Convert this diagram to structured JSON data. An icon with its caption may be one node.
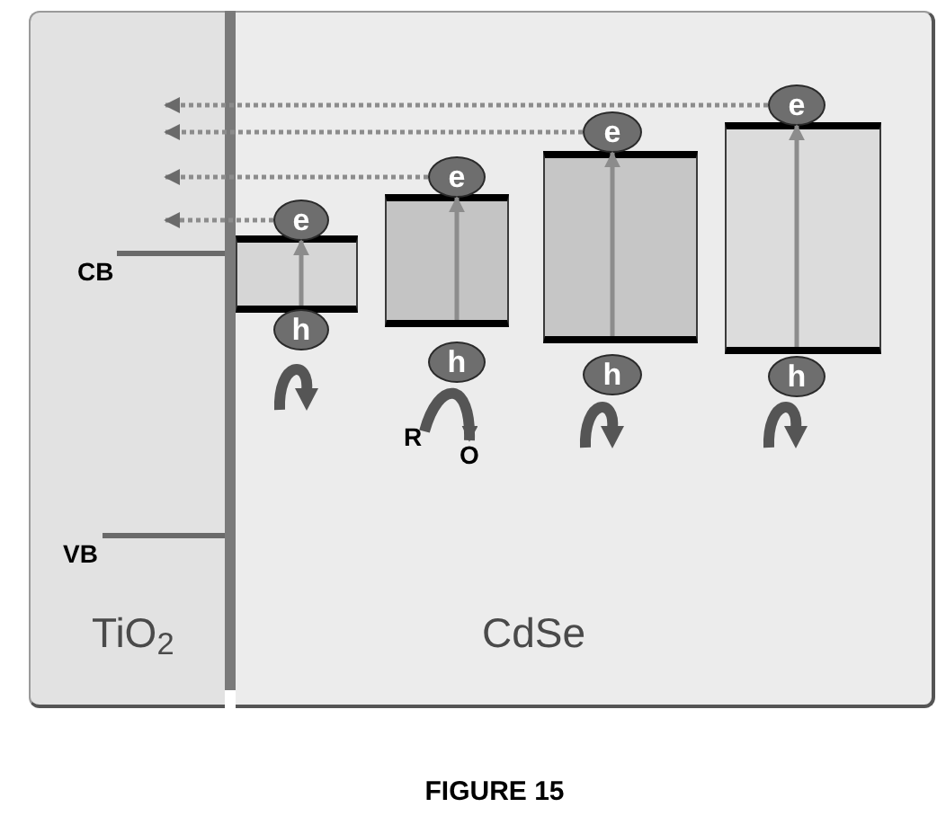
{
  "diagram": {
    "caption": "FIGURE 15",
    "nodes": [
      {
        "text": [
          "TiO$_{2}$"
        ]
      },
      {
        "text": [
          "CdSe"
        ]
      },
      {
        "text": [],
        "shape": "box",
        "in": 1
      },
      {
        "text": [
          "e"
        ],
        "in": 1
      },
      {
        "text": [
          "h"
        ],
        "in": 1
      },
      {
        "text": [],
        "shape": "box",
        "in": 1
      },
      {
        "text": [
          "e"
        ],
        "in": 1
      },
      {
        "text": [
          "h"
        ],
        "in": 1
      },
      {
        "text": [],
        "shape": "box",
        "in": 1
      },
      {
        "text": [
          "e"
        ],
        "in": 1
      },
      {
        "text": [
          "h"
        ],
        "in": 1
      },
      {
        "text": [],
        "shape": "box",
        "in": 1
      },
      {
        "text": [
          "e"
        ],
        "in": 1
      },
      {
        "text": [
          "h"
        ],
        "in": 1
      },
      {
        "text": [
          "R"
        ],
        "in": 1
      },
      {
        "text": [
          "O"
        ],
        "in": 1
      }
    ],
    "edges": [
      {
        "from": 12,
        "to": 0,
        "arrow": "to",
        "style": "dashed"
      },
      {
        "from": 9,
        "to": 0,
        "arrow": "to",
        "style": "dashed"
      },
      {
        "from": 6,
        "to": 0,
        "arrow": "to",
        "style": "dashed"
      },
      {
        "from": 3,
        "to": 0,
        "arrow": "to",
        "style": "dashed"
      },
      {
        "from": 2,
        "to": 3,
        "arrow": "to"
      },
      {
        "from": 5,
        "to": 6,
        "arrow": "to"
      },
      {
        "from": 8,
        "to": 9,
        "arrow": "to"
      },
      {
        "from": 11,
        "to": 12,
        "arrow": "to"
      },
      {
        "from": 14,
        "to": 15,
        "arrow": "to",
        "style": "thick",
        "color": "#555555"
      }
    ],
    "labels": [
      "CB",
      "VB"
    ]
  }
}
